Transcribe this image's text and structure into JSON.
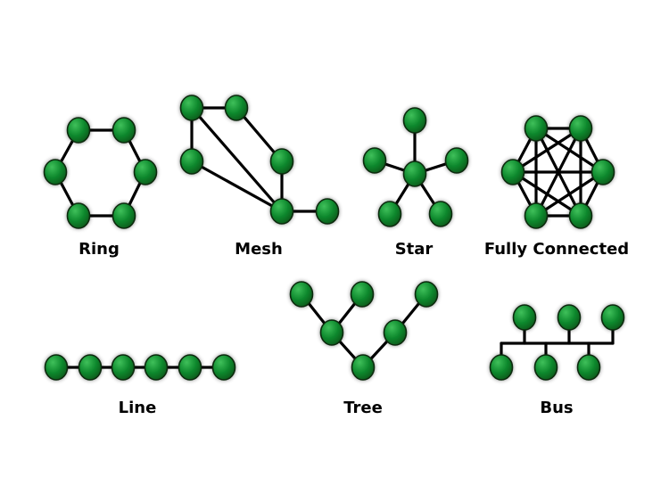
{
  "colors": {
    "node_fill": "#0f8a2e",
    "node_light": "#3fc05a",
    "node_dark": "#075a1b",
    "edge": "#000000",
    "background": "#ffffff"
  },
  "topologies": [
    {
      "id": "ring",
      "label": "Ring"
    },
    {
      "id": "mesh",
      "label": "Mesh"
    },
    {
      "id": "star",
      "label": "Star"
    },
    {
      "id": "fully-connected",
      "label": "Fully Connected"
    },
    {
      "id": "line",
      "label": "Line"
    },
    {
      "id": "tree",
      "label": "Tree"
    },
    {
      "id": "bus",
      "label": "Bus"
    }
  ]
}
